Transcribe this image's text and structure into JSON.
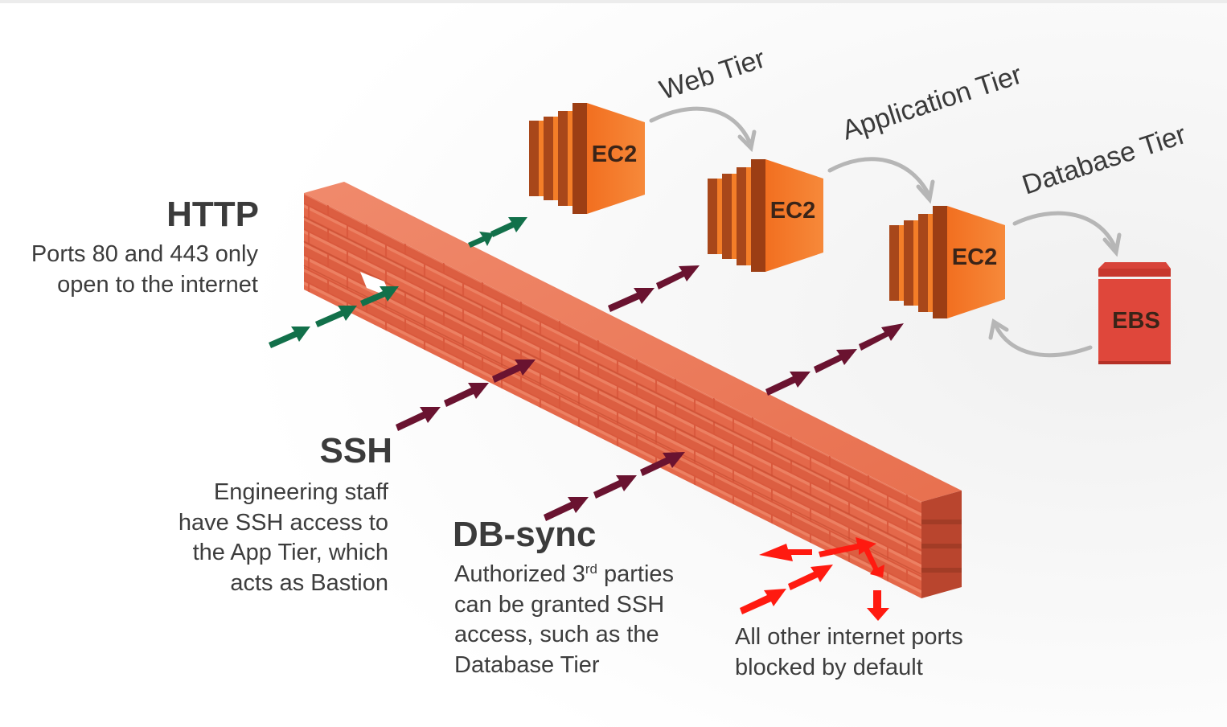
{
  "colors": {
    "http_arrow": "#12704a",
    "internal_arrow": "#6a1330",
    "blocked_arrow": "#ff1a10",
    "ec2": "#f47e28",
    "ec2_dark": "#9c3e14",
    "ebs": "#e0473a",
    "brick": "#e0654a",
    "text": "#3a3a3a"
  },
  "tiers": {
    "web": "Web Tier",
    "application": "Application Tier",
    "database": "Database Tier"
  },
  "nodes": {
    "ec2_web": "EC2",
    "ec2_app": "EC2",
    "ec2_db": "EC2",
    "ebs": "EBS"
  },
  "http": {
    "title": "HTTP",
    "line1": "Ports 80 and 443 only",
    "line2": "open to the internet"
  },
  "ssh": {
    "title": "SSH",
    "line1": "Engineering staff",
    "line2": "have SSH access to",
    "line3": "the App Tier, which",
    "line4": "acts as Bastion"
  },
  "dbsync": {
    "title": "DB-sync",
    "line1_pre": "Authorized 3",
    "line1_sup": "rd",
    "line1_post": " parties",
    "line2": "can be granted SSH",
    "line3": "access, such as the",
    "line4": "Database Tier"
  },
  "blocked": {
    "line1": "All other internet ports",
    "line2": "blocked by default"
  }
}
